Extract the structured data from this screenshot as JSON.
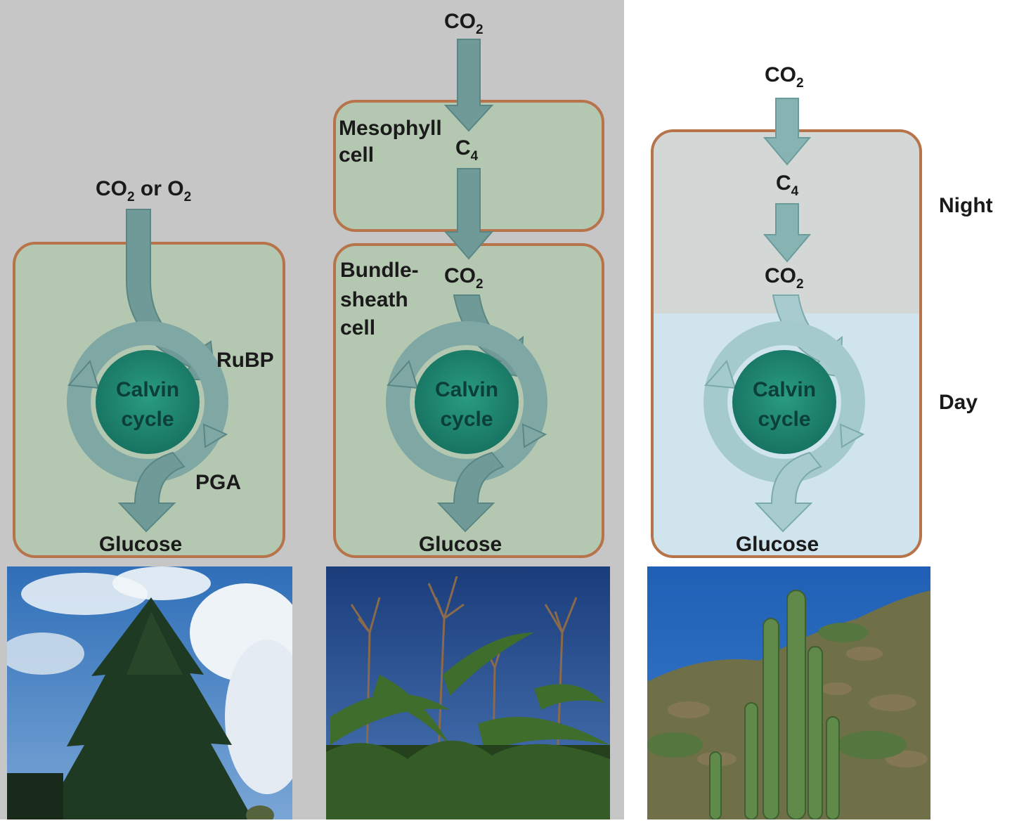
{
  "c3": {
    "input_main": "CO",
    "input_sub1": "2",
    "input_or": " or O",
    "input_sub2": "2",
    "rubp": "RuBP",
    "pga": "PGA",
    "cycle_l1": "Calvin",
    "cycle_l2": "cycle",
    "output": "Glucose"
  },
  "c4": {
    "input_main": "CO",
    "input_sub": "2",
    "mesophyll_l1": "Mesophyll",
    "mesophyll_l2": "cell",
    "c4_main": "C",
    "c4_sub": "4",
    "bundle_l1": "Bundle-",
    "bundle_l2": "sheath",
    "bundle_l3": "cell",
    "co2_main": "CO",
    "co2_sub": "2",
    "cycle_l1": "Calvin",
    "cycle_l2": "cycle",
    "output": "Glucose"
  },
  "cam": {
    "input_main": "CO",
    "input_sub": "2",
    "c4_main": "C",
    "c4_sub": "4",
    "co2_main": "CO",
    "co2_sub": "2",
    "night": "Night",
    "day": "Day",
    "cycle_l1": "Calvin",
    "cycle_l2": "cycle",
    "output": "Glucose"
  },
  "photos": {
    "c3": "conifer-tree-photo",
    "c4": "corn-field-photo",
    "cam": "cactus-desert-photo"
  },
  "colors": {
    "panel_gray": "#c6c6c6",
    "cell_green": "#b4c8b1",
    "cell_border": "#b7744a",
    "arrow": "#6f9a97",
    "arrow_edge": "#5a8684",
    "cycle_core": "#1e8a74",
    "night_fill": "#d3d7d5",
    "day_fill": "#cfe4ec"
  }
}
